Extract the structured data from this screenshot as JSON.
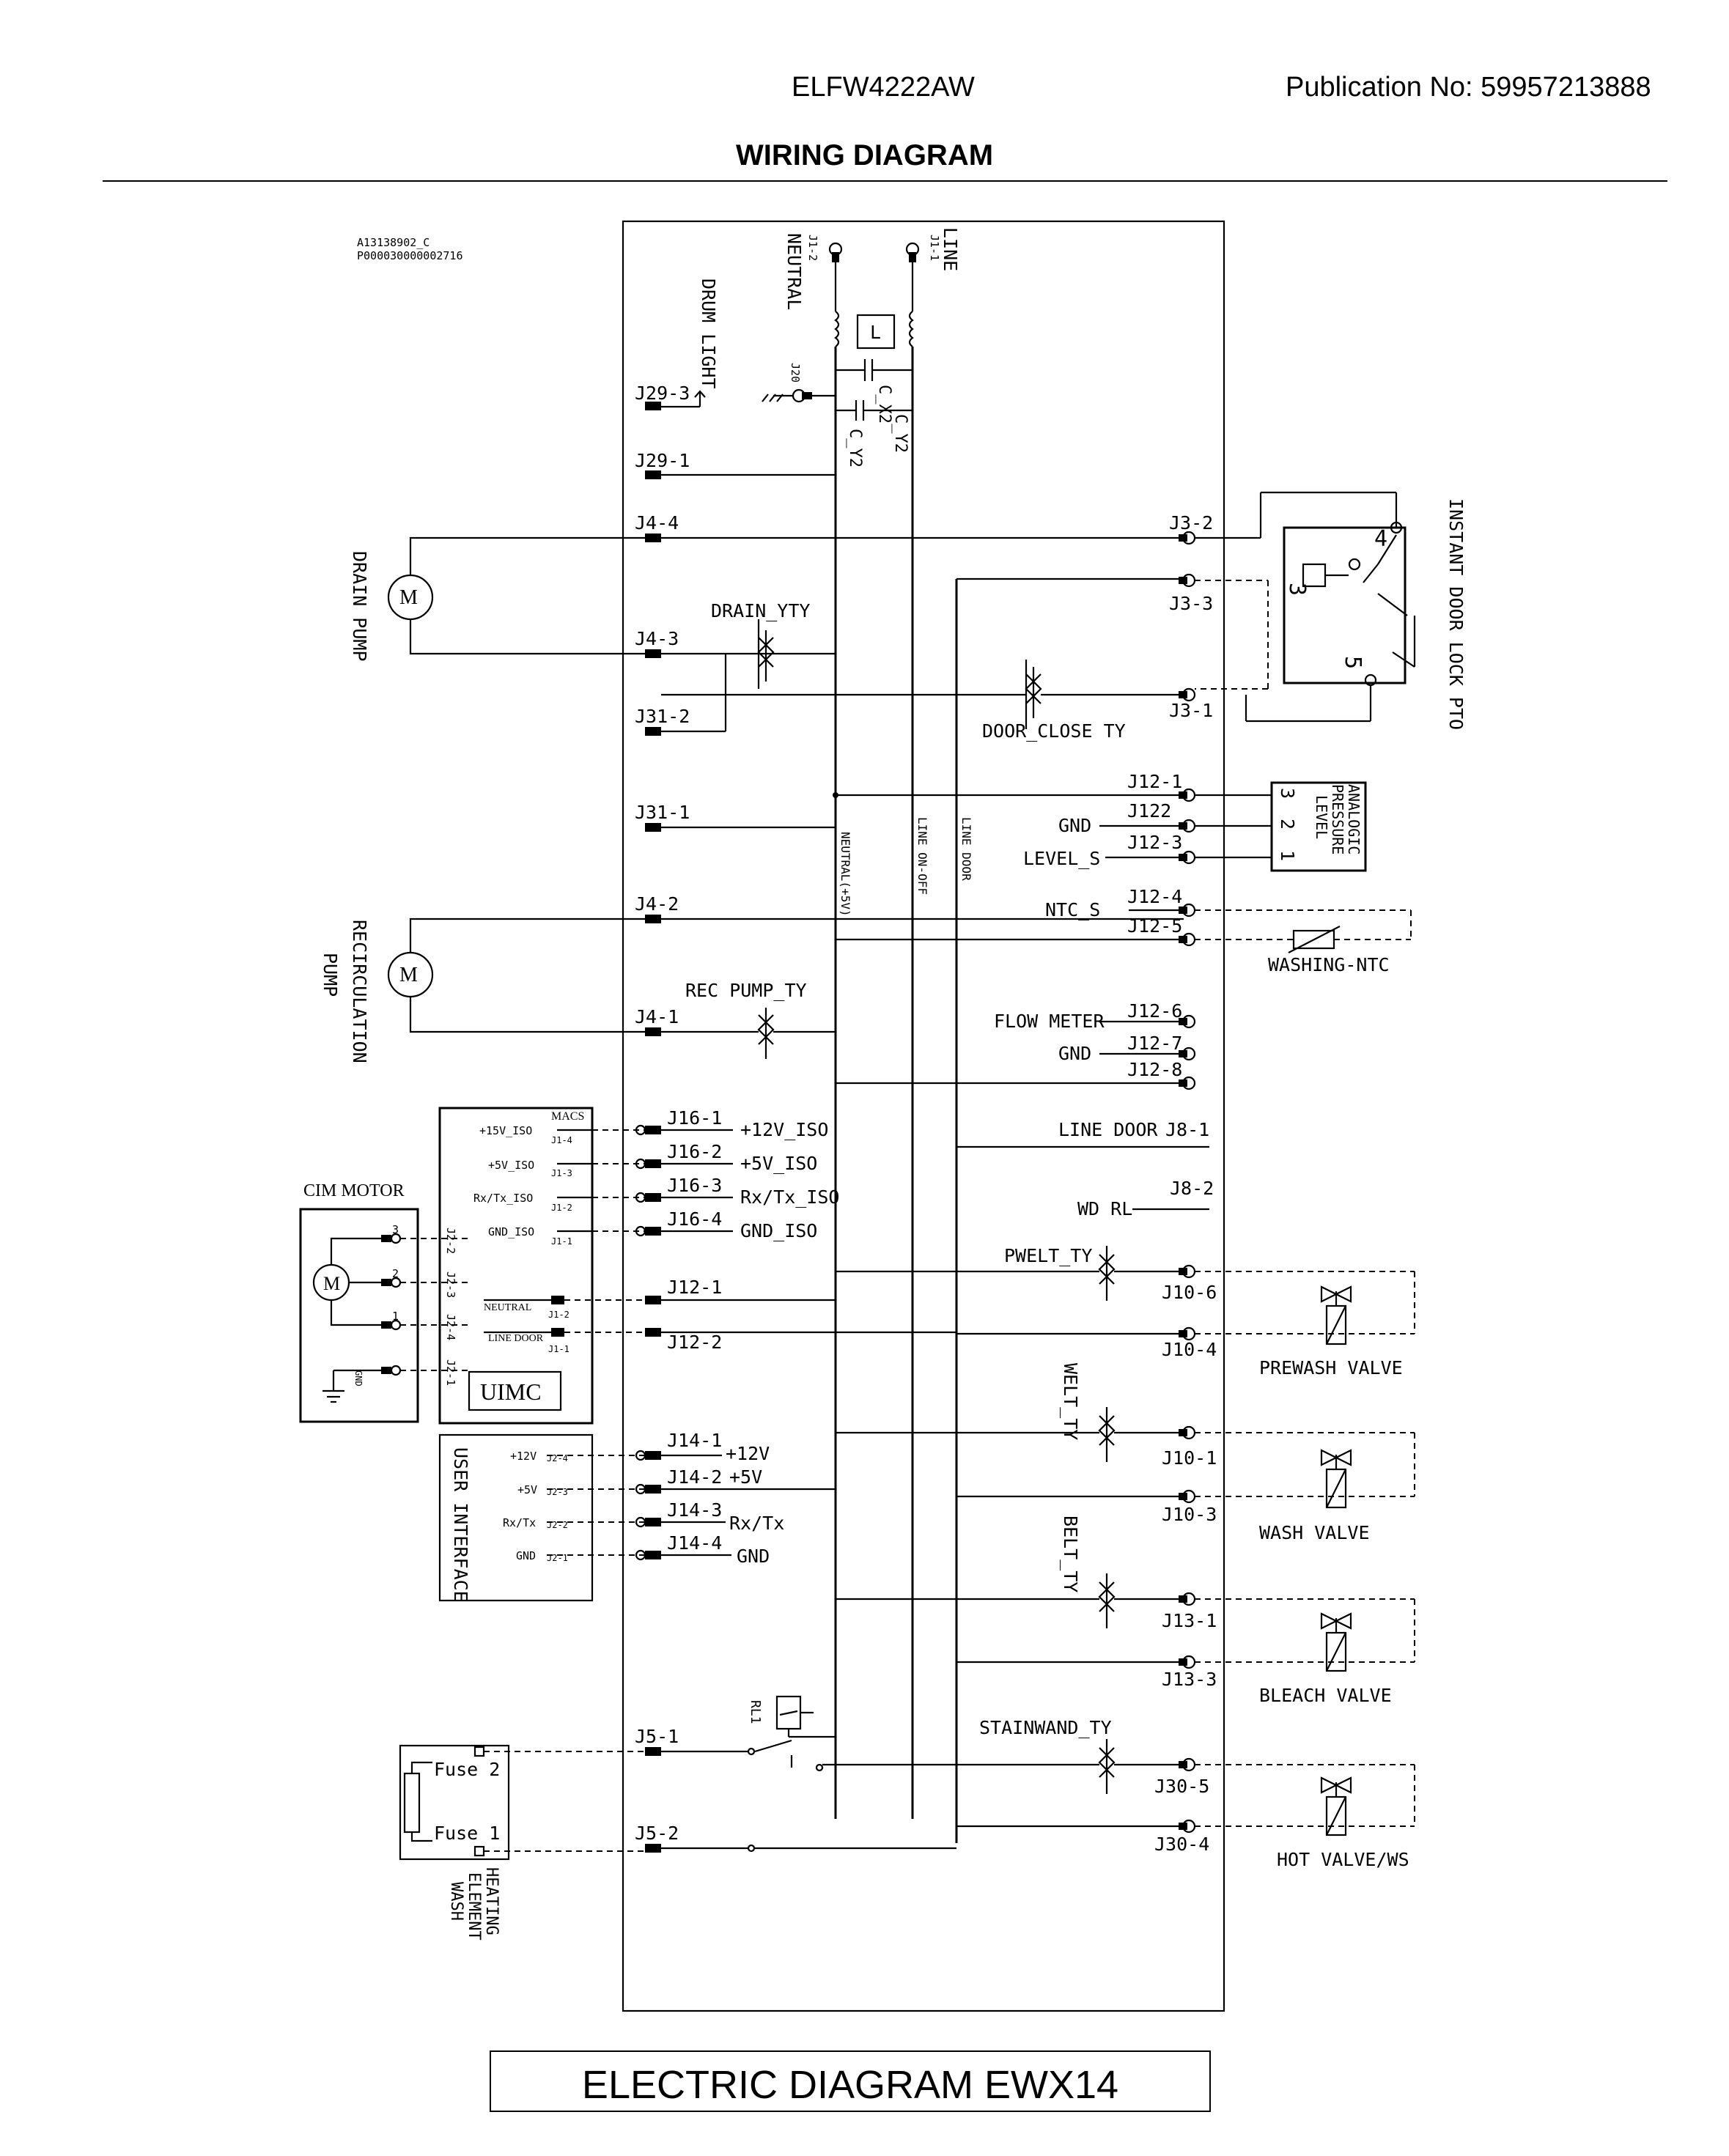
{
  "header": {
    "model": "ELFW4222AW",
    "publication": "Publication No:  59957213888",
    "title": "WIRING DIAGRAM"
  },
  "codes": [
    "A13138902_C",
    "P000030000002716"
  ],
  "power": {
    "neutral": "NEUTRAL",
    "neutral_pin": "J1-2",
    "line": "LINE",
    "line_pin": "J1-1",
    "inductor": "L",
    "cx2": "C_X2",
    "cy2_a": "C_Y2",
    "cy2_b": "C_Y2",
    "gnd_pin": "J20",
    "drum_light": "DRUM LIGHT",
    "bus_neutral": "NEUTRAL(+5V)",
    "bus_line_onoff": "LINE ON-OFF",
    "bus_line_door": "LINE DOOR"
  },
  "left_pins": [
    "J29-3",
    "J29-1",
    "J4-4",
    "J4-3",
    "J31-2",
    "J31-1",
    "J4-2",
    "J4-1",
    "J5-1",
    "J5-2"
  ],
  "triacs": {
    "drain": "DRAIN_YTY",
    "door_close": "DOOR_CLOSE TY",
    "rec_pump": "REC PUMP_TY",
    "pwelt": "PWELT_TY",
    "welt": "WELT_TY",
    "belt": "BELT_TY",
    "stainwand": "STAINWAND_TY"
  },
  "components": {
    "drain_pump": "DRAIN PUMP",
    "recirc_pump_1": "RECIRCULATION",
    "recirc_pump_2": "PUMP",
    "door_lock": "INSTANT DOOR LOCK PTO",
    "pressure_1": "ANALOGIC",
    "pressure_2": "PRESSURE",
    "pressure_3": "LEVEL",
    "washing_ntc": "WASHING-NTC",
    "prewash_valve": "PREWASH VALVE",
    "wash_valve": "WASH VALVE",
    "bleach_valve": "BLEACH VALVE",
    "hot_valve": "HOT VALVE/WS",
    "cim_motor": "CIM MOTOR",
    "uimc": "UIMC",
    "user_interface": "USER INTERFACE",
    "heating_1": "HEATING",
    "heating_2": "ELEMENT",
    "heating_3": "WASH",
    "fuse1": "Fuse 1",
    "fuse2": "Fuse 2",
    "relay": "RL1",
    "motor_symbol": "M"
  },
  "right_pins": {
    "j3_2": "J3-2",
    "j3_3": "J3-3",
    "j3_1": "J3-1",
    "j12_1": "J12-1",
    "j122": "J122",
    "j12_3": "J12-3",
    "j12_4": "J12-4",
    "j12_5": "J12-5",
    "j12_6": "J12-6",
    "j12_7": "J12-7",
    "j12_8": "J12-8",
    "j8_1": "J8-1",
    "j8_2": "J8-2",
    "j10_6": "J10-6",
    "j10_4": "J10-4",
    "j10_1": "J10-1",
    "j10_3": "J10-3",
    "j13_1": "J13-1",
    "j13_3": "J13-3",
    "j30_5": "J30-5",
    "j30_4": "J30-4"
  },
  "signals": {
    "gnd": "GND",
    "level_s": "LEVEL_S",
    "ntc_s": "NTC_S",
    "flow_meter": "FLOW METER",
    "gnd2": "GND",
    "line_door": "LINE DOOR",
    "wd_rl": "WD RL"
  },
  "door_lock_pins": [
    "4",
    "3",
    "5"
  ],
  "pressure_pins": [
    "3",
    "2",
    "1"
  ],
  "uimc_block": {
    "macs": "MACS",
    "rows": [
      {
        "label": "+15V_ISO",
        "pin": "J1-4",
        "jpin": "J16-1",
        "sig": "+12V_ISO"
      },
      {
        "label": "+5V_ISO",
        "pin": "J1-3",
        "jpin": "J16-2",
        "sig": "+5V_ISO"
      },
      {
        "label": "Rx/Tx_ISO",
        "pin": "J1-2",
        "jpin": "J16-3",
        "sig": "Rx/Tx_ISO"
      },
      {
        "label": "GND_ISO",
        "pin": "J1-1",
        "jpin": "J16-4",
        "sig": "GND_ISO"
      }
    ],
    "neutral": "NEUTRAL",
    "neutral_pin": "J1-2",
    "line_door": "LINE DOOR",
    "line_door_pin": "J1-1",
    "j12_1": "J12-1",
    "j12_2": "J12-2",
    "motor_pins": [
      "J2-2",
      "J2-3",
      "J2-4",
      "J2-1"
    ],
    "motor_nums": [
      "3",
      "2",
      "1"
    ],
    "gnd": "GND"
  },
  "ui_block": {
    "rows": [
      {
        "label": "+12V",
        "pin": "J2-4",
        "jpin": "J14-1",
        "sig": "+12V"
      },
      {
        "label": "+5V",
        "pin": "J2-3",
        "jpin": "J14-2",
        "sig": "+5V"
      },
      {
        "label": "Rx/Tx",
        "pin": "J2-2",
        "jpin": "J14-3",
        "sig": "Rx/Tx"
      },
      {
        "label": "GND",
        "pin": "J2-1",
        "jpin": "J14-4",
        "sig": "GND"
      }
    ]
  },
  "footer": "ELECTRIC DIAGRAM EWX14"
}
